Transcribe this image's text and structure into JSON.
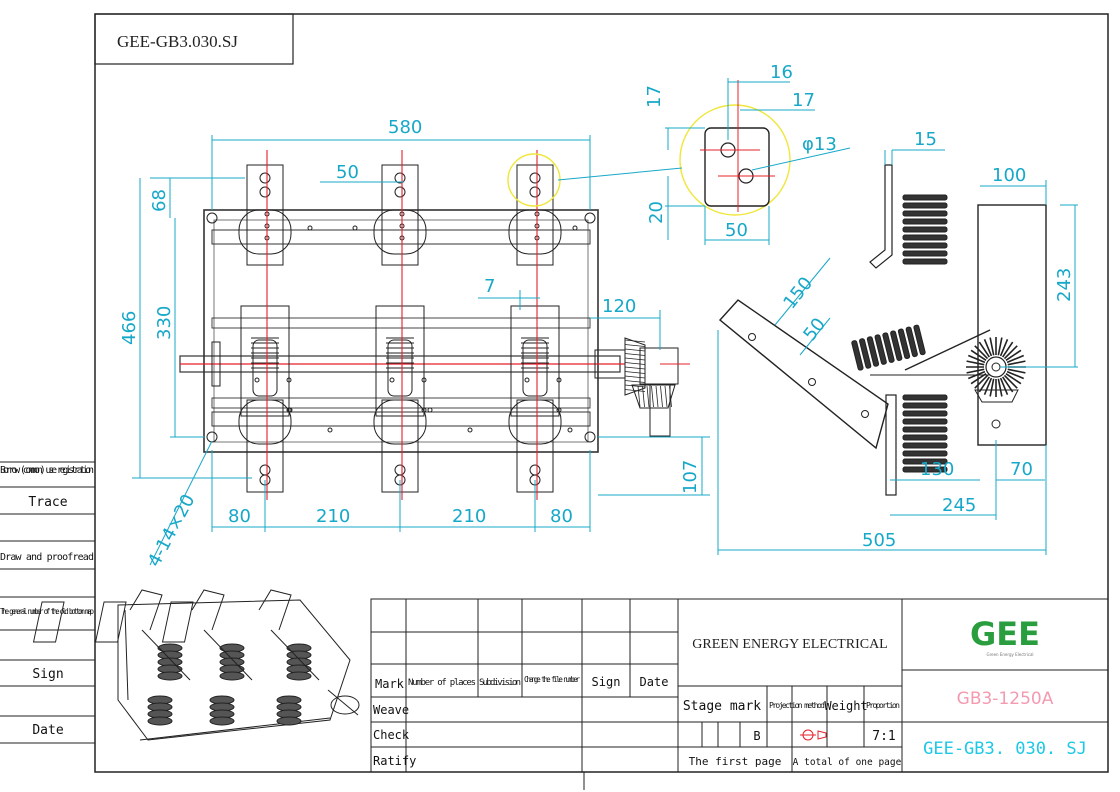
{
  "code_box": "GEE-GB3.030.SJ",
  "dimensions": {
    "d580": "580",
    "d50a": "50",
    "d68": "68",
    "d466": "466",
    "d330": "330",
    "d7": "7",
    "d120": "120",
    "d107": "107",
    "d80a": "80",
    "d210a": "210",
    "d210b": "210",
    "d80b": "80",
    "hole": "4-14×20",
    "d16": "16",
    "d17a": "17",
    "d17b": "17",
    "phi13": "φ13",
    "d20": "20",
    "d50b": "50",
    "d15": "15",
    "d100": "100",
    "d243": "243",
    "d150": "150",
    "d50c": "50",
    "d130": "130",
    "d70": "70",
    "d245": "245",
    "d505": "505"
  },
  "left_table": {
    "borrow": "Borrow (common) use registration",
    "trace": "Trace",
    "draw": "Draw and proofread",
    "old_map": "The general number of the old bottom map",
    "sign": "Sign",
    "date": "Date"
  },
  "title_block": {
    "headers": {
      "mark": "Mark",
      "places": "Number of places",
      "subdivision": "Subdivision",
      "change": "Change the file number",
      "sign": "Sign",
      "date": "Date"
    },
    "rows": {
      "weave": "Weave",
      "check": "Check",
      "ratify": "Ratify"
    },
    "company": "GREEN ENERGY ELECTRICAL",
    "stage_mark": "Stage mark",
    "projection": "Projection method",
    "weight": "Weight",
    "proportion": "Proportion",
    "stage_b": "B",
    "scale": "7:1",
    "first_page": "The first page",
    "total": "A total of one page",
    "logo": "GEE",
    "logo_sub": "Green Energy Electrical",
    "model": "GB3-1250A",
    "code": "GEE-GB3. 030. SJ"
  },
  "colors": {
    "dimension": "#17a8c9",
    "centerline": "#e5202a",
    "highlight": "#f0e63a",
    "model": "#f49ab0",
    "code": "#1ec8e6",
    "logo": "#2a9d3e"
  }
}
